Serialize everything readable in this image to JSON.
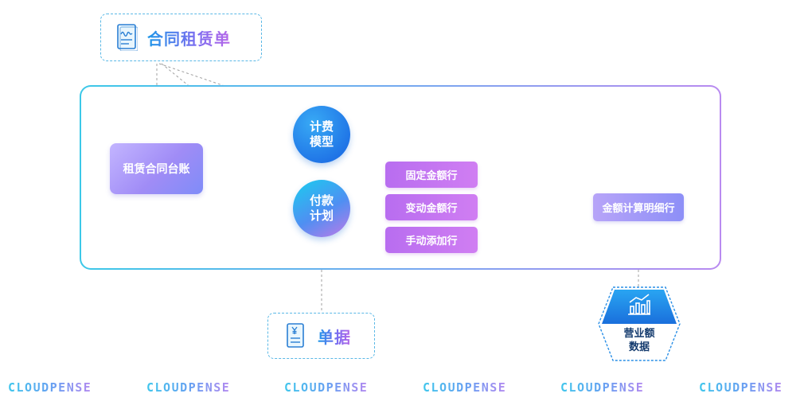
{
  "nodes": {
    "contract_doc": "合同租赁单",
    "ledger": "租赁合同台账",
    "fee_model": [
      "计费",
      "模型"
    ],
    "payment_plan": [
      "付款",
      "计划"
    ],
    "rows": [
      "固定金额行",
      "变动金额行",
      "手动添加行"
    ],
    "detail": "金额计算明细行",
    "receipt_doc": "单据",
    "revenue": [
      "营业额",
      "数据"
    ]
  },
  "watermarks": [
    "CLOUDPENSE",
    "CLOUDPENSE",
    "CLOUDPENSE",
    "CLOUDPENSE",
    "CLOUDPENSE",
    "CLOUDPENSE"
  ],
  "colors": {
    "frame_start": "#3cc8e8",
    "frame_end": "#b98af0",
    "ledger": "#a08cf6",
    "fee_model": "#1f73e6",
    "row": "#c077f1",
    "detail": "#9c97f7",
    "revenue": "#1f8fe8",
    "connector": "#9a9a9a"
  },
  "icons": {
    "contract_doc": "signed-document-icon",
    "receipt_doc": "yen-receipt-icon",
    "revenue": "bar-chart-trend-icon"
  }
}
